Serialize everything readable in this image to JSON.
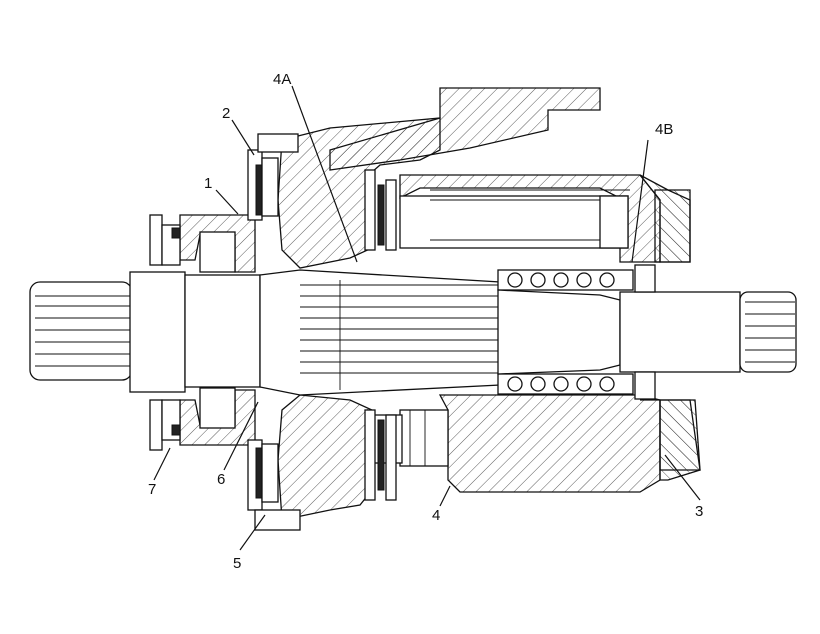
{
  "labels": {
    "l1": "1",
    "l2": "2",
    "l3": "3",
    "l4": "4",
    "l4a": "4A",
    "l4b": "4B",
    "l5": "5",
    "l6": "6",
    "l7": "7"
  }
}
